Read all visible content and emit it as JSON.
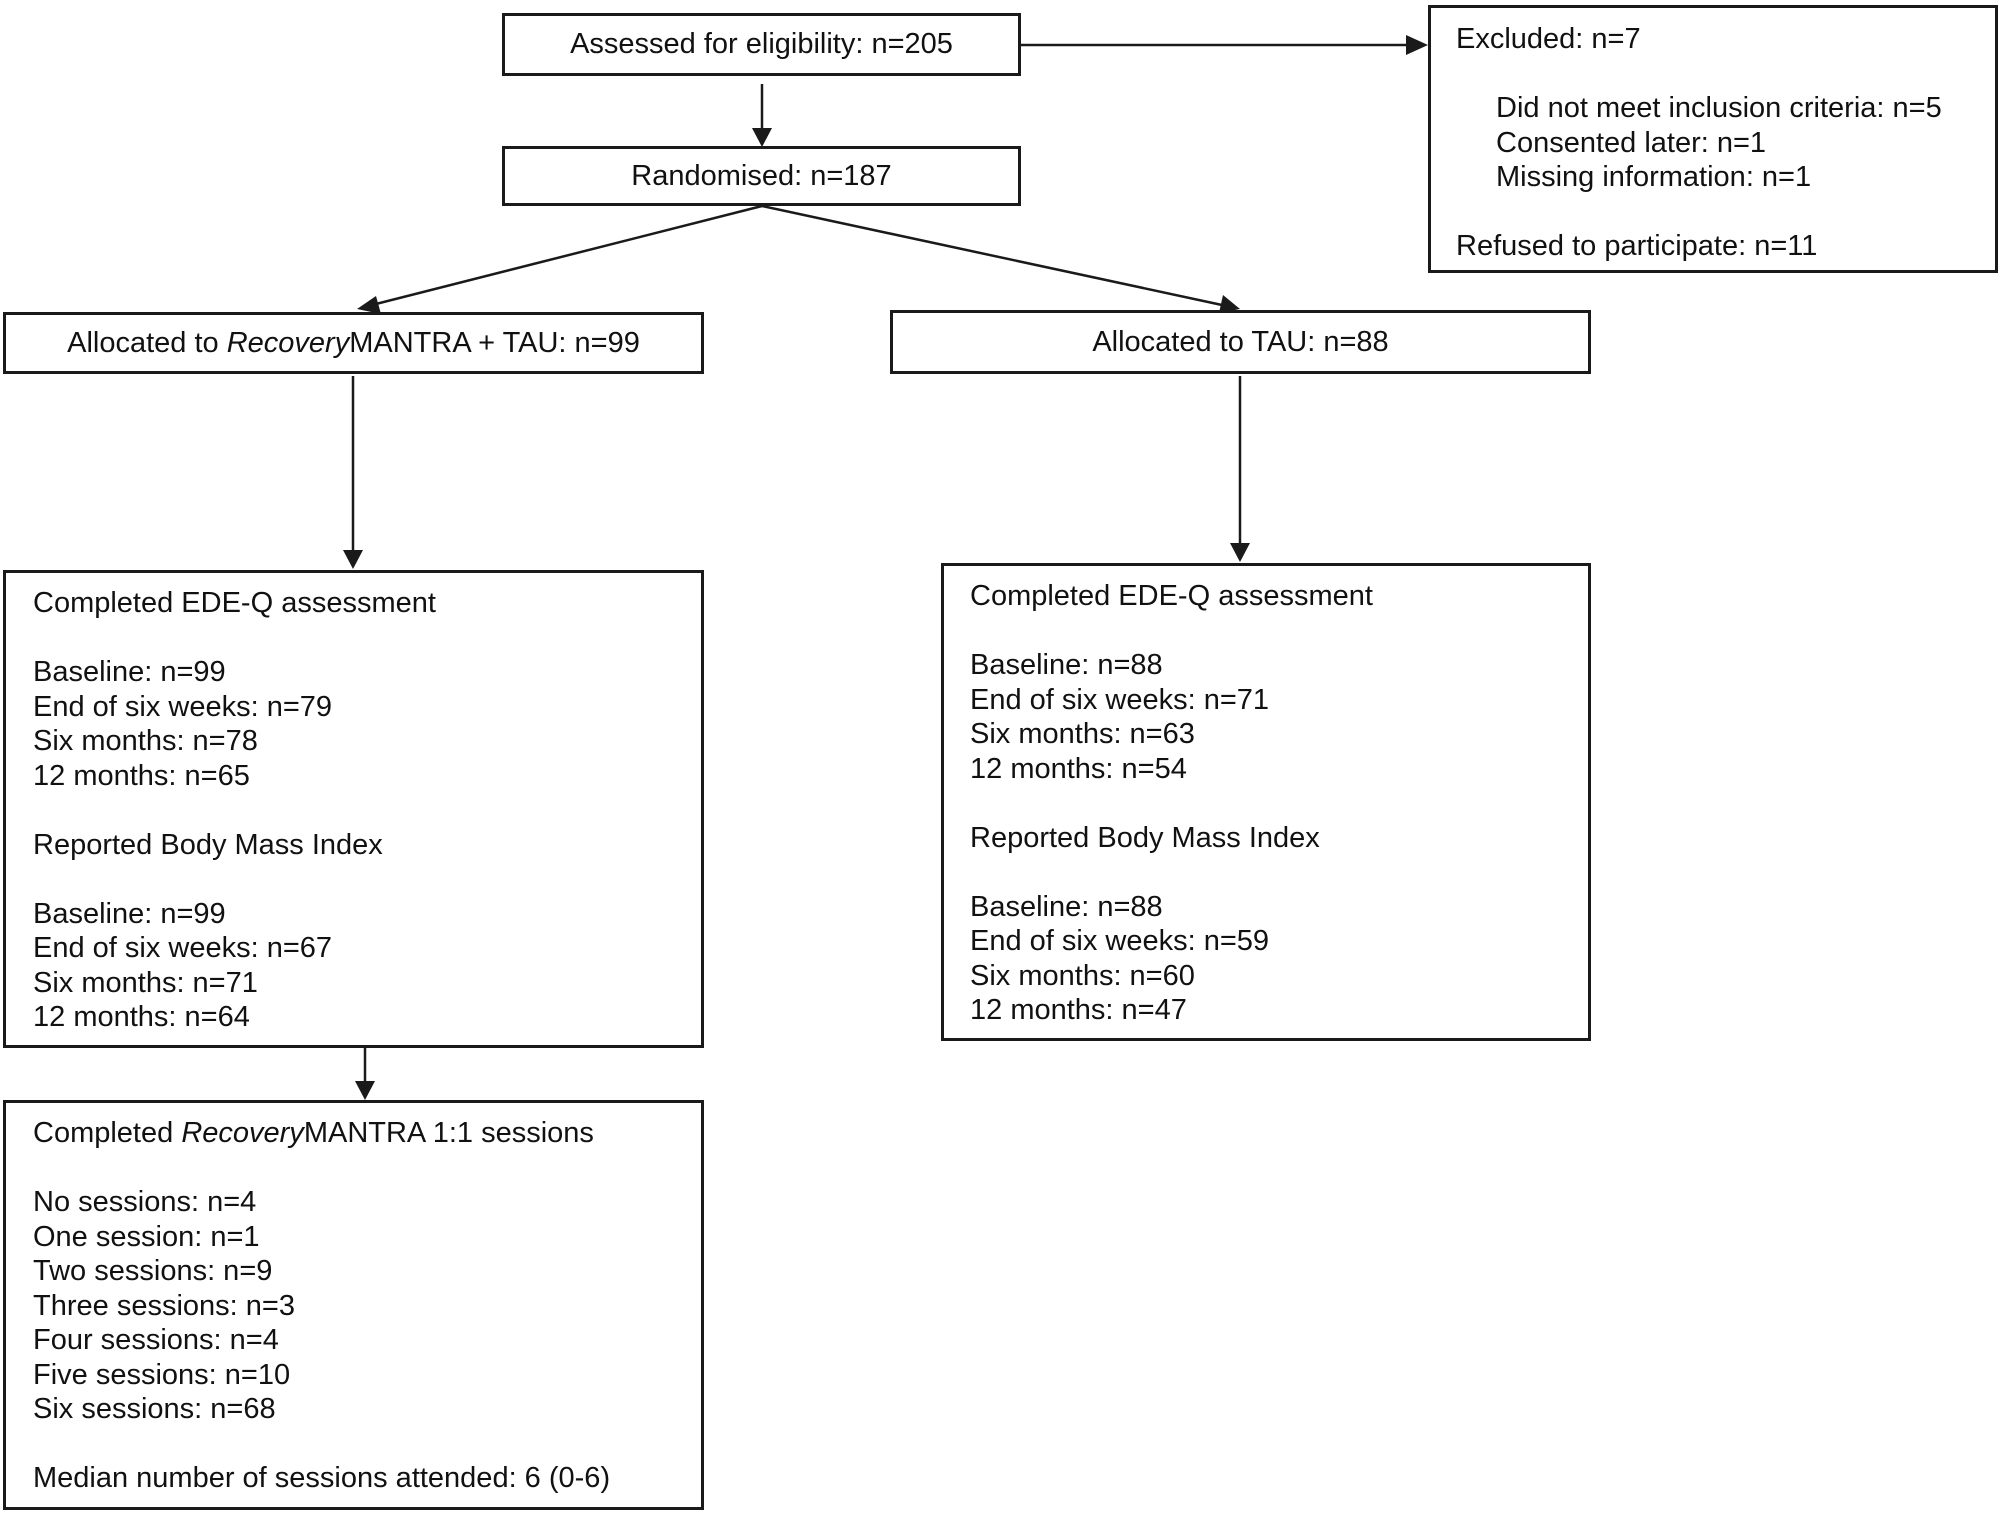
{
  "assessed": {
    "label": "Assessed for eligibility: n=205"
  },
  "randomised": {
    "label": "Randomised: n=187"
  },
  "excluded": {
    "title": "Excluded: n=7",
    "items": [
      "Did not meet inclusion criteria: n=5",
      "Consented later: n=1",
      "Missing information: n=1"
    ],
    "refused": "Refused to participate: n=11"
  },
  "arm_intervention": {
    "alloc_prefix": "Allocated to ",
    "alloc_italic": "Recovery",
    "alloc_suffix": "MANTRA + TAU: n=99",
    "edeq_title": "Completed EDE-Q assessment",
    "edeq": [
      "Baseline: n=99",
      "End of six weeks: n=79",
      "Six months: n=78",
      "12 months: n=65"
    ],
    "bmi_title": "Reported Body Mass Index",
    "bmi": [
      "Baseline: n=99",
      "End of six weeks: n=67",
      "Six months: n=71",
      "12 months: n=64"
    ]
  },
  "arm_tau": {
    "alloc_label": "Allocated to TAU: n=88",
    "edeq_title": "Completed EDE-Q assessment",
    "edeq": [
      "Baseline: n=88",
      "End of six weeks: n=71",
      "Six months: n=63",
      "12 months: n=54"
    ],
    "bmi_title": "Reported Body Mass Index",
    "bmi": [
      "Baseline: n=88",
      "End of six weeks: n=59",
      "Six months: n=60",
      "12 months: n=47"
    ]
  },
  "sessions": {
    "title_prefix": "Completed ",
    "title_italic": "Recovery",
    "title_suffix": "MANTRA 1:1 sessions",
    "items": [
      "No sessions: n=4",
      "One session: n=1",
      "Two sessions: n=9",
      "Three sessions: n=3",
      "Four sessions: n=4",
      "Five sessions: n=10",
      "Six sessions: n=68"
    ],
    "median": "Median number of sessions attended: 6 (0-6)"
  },
  "colors": {
    "line": "#1a1a1a",
    "background": "#ffffff",
    "text": "#111111"
  }
}
